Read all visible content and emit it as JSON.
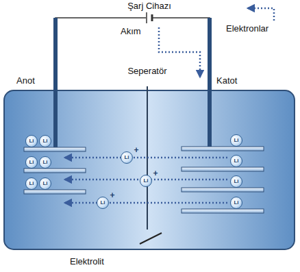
{
  "diagram": {
    "labels": [
      "Şarj Cihazı",
      "Elektronlar",
      "Akım",
      "Anot",
      "Seperatör",
      "Katot",
      "Li",
      "Li",
      "Li",
      "Li",
      "Li",
      "Li",
      "Li",
      "Li",
      "Li",
      "+",
      "+",
      "+",
      "Li",
      "Li",
      "Li",
      "Li",
      "Elektrolit"
    ]
  }
}
